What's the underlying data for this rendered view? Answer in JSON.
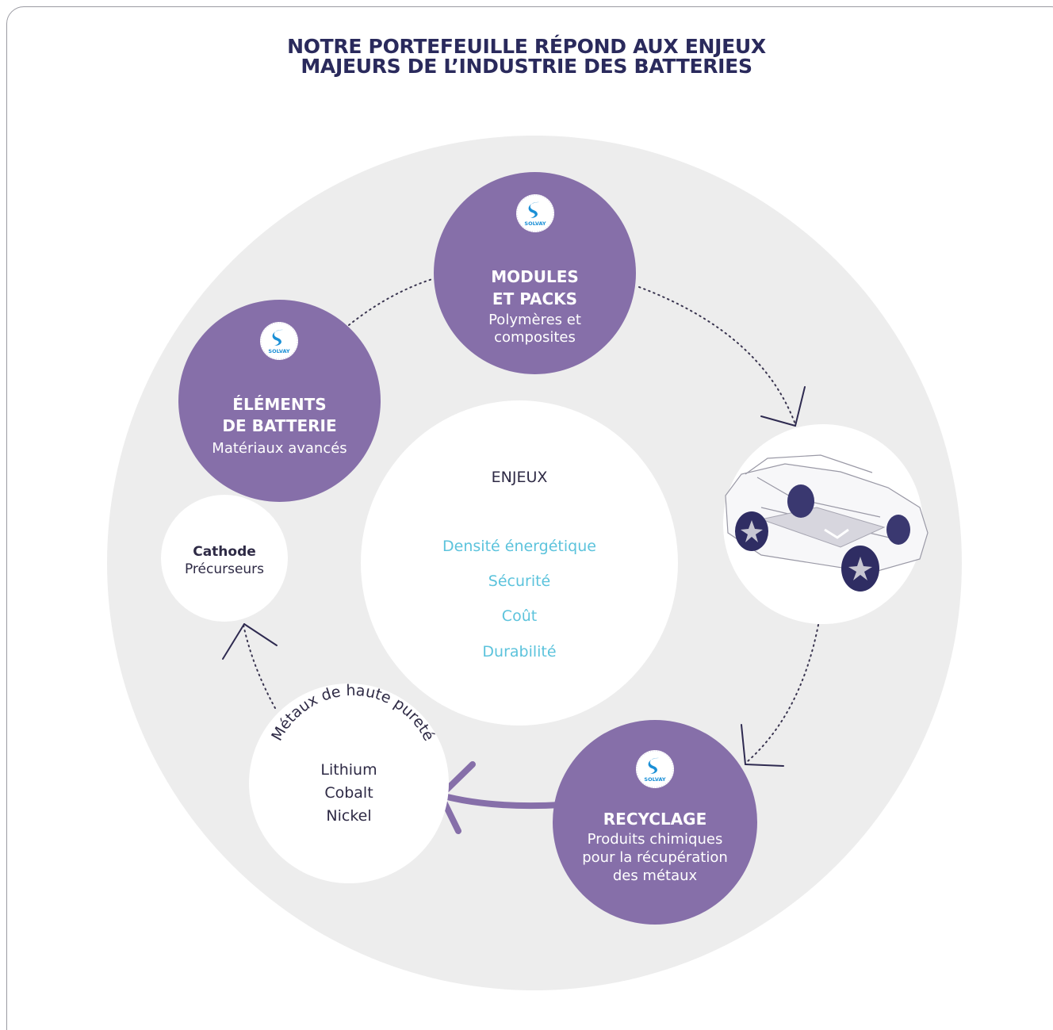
{
  "title": {
    "line1": "NOTRE PORTEFEUILLE RÉPOND AUX ENJEUX",
    "line2": "MAJEURS DE L’INDUSTRIE DES BATTERIES"
  },
  "modules": {
    "heading_line1": "MODULES",
    "heading_line2": "ET PACKS",
    "sub_line1": "Polymères et",
    "sub_line2": "composites"
  },
  "elements": {
    "heading_line1": "ÉLÉMENTS",
    "heading_line2": "DE BATTERIE",
    "sub_line1": "Matériaux avancés"
  },
  "recycling": {
    "heading_line1": "RECYCLAGE",
    "sub_line1": "Produits chimiques",
    "sub_line2": "pour la récupération",
    "sub_line3": "des métaux"
  },
  "cathode": {
    "heading": "Cathode",
    "sub": "Précurseurs"
  },
  "metals": {
    "arc_label": "Métaux de haute pureté",
    "items": [
      "Lithium",
      "Cobalt",
      "Nickel"
    ]
  },
  "center": {
    "heading": "ENJEUX",
    "items": [
      "Densité énergétique",
      "Sécurité",
      "Coût",
      "Durabilité"
    ]
  },
  "logo": {
    "text": "SOLVAY",
    "color": "#1a8fd6"
  },
  "colors": {
    "purple": "#866fa9",
    "ring": "#ededed",
    "cyan": "#5cc3dc",
    "navy": "#2a2a5c"
  }
}
